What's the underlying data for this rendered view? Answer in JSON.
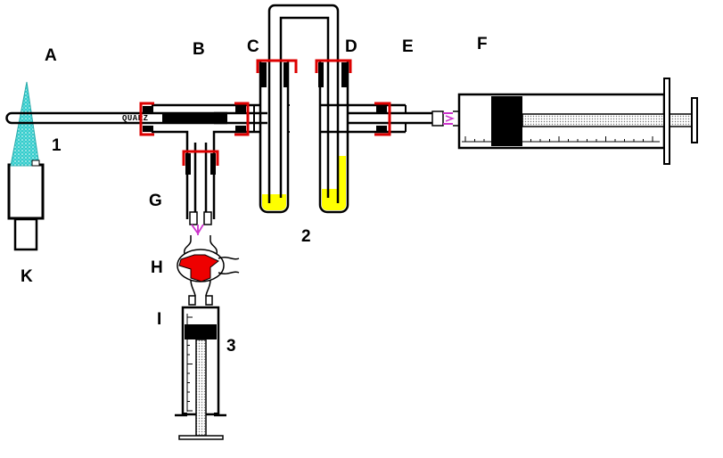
{
  "labels": {
    "a": "A",
    "b": "B",
    "c": "C",
    "d": "D",
    "e": "E",
    "f": "F",
    "g": "G",
    "h": "H",
    "i": "I",
    "k": "K",
    "n1": "1",
    "n2": "2",
    "n3": "3"
  },
  "tube_label": "QUARZ",
  "colors": {
    "line": "#000000",
    "connector": "#dd0000",
    "flame": "#33cccc",
    "liquid": "#ffff00",
    "stopcock": "#ee0000",
    "adapter": "#cc33cc",
    "scale": "#bbbbbb"
  }
}
